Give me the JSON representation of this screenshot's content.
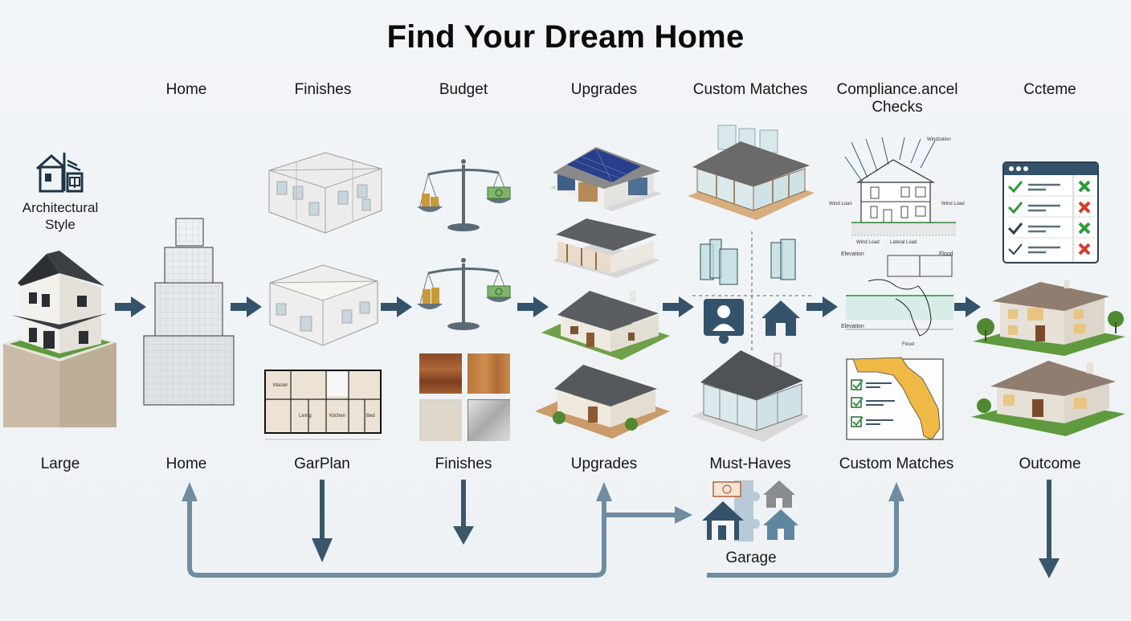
{
  "title": "Find Your Dream Home",
  "colors": {
    "background": "#f0f4f6",
    "arrow": "#3a566b",
    "connector": "#6f8ca0",
    "icon_dark": "#34536b",
    "icon_light": "#6f90a8",
    "check_green": "#2e9a3a",
    "cross_red": "#d83a2a",
    "florida_yellow": "#f0b845"
  },
  "top_labels": [
    {
      "id": "home",
      "label": "Home"
    },
    {
      "id": "finishes",
      "label": "Finishes"
    },
    {
      "id": "budget",
      "label": "Budget"
    },
    {
      "id": "upgrades",
      "label": "Upgrades"
    },
    {
      "id": "custom-matches",
      "label": "Custom Matches"
    },
    {
      "id": "compliance",
      "label": "Compliance.ancel\nChecks",
      "line1": "Compliance.ancel",
      "line2": "Checks"
    },
    {
      "id": "outcome",
      "label": "Cᴄteme"
    }
  ],
  "left_panel": {
    "icon": "house-outline-icon",
    "label_line1": "Architectural",
    "label_line2": "Style"
  },
  "bottom_labels": [
    {
      "id": "large",
      "label": "Large"
    },
    {
      "id": "home",
      "label": "Home"
    },
    {
      "id": "garplan",
      "label": "GarPlan"
    },
    {
      "id": "finishes",
      "label": "Finishes"
    },
    {
      "id": "upgrades",
      "label": "Upgrades"
    },
    {
      "id": "must-haves",
      "label": "Must-Haves"
    },
    {
      "id": "custom-matches",
      "label": "Custom Matches"
    },
    {
      "id": "outcome",
      "label": "Outcome"
    }
  ],
  "garage_cluster": {
    "label": "Garage"
  },
  "diagram_labels": {
    "wind_top": "Windzation",
    "wind_left": "Wind Loan",
    "wind_right": "Wind Load",
    "wind_bottom": "Wind Load",
    "lateral": "Lateral Load",
    "elevation_top": "Elevation",
    "elevation_bottom": "Elevation",
    "flood_top": "Flood",
    "flood_bottom": "Flood"
  },
  "checklist": {
    "rows": [
      {
        "check": "green",
        "result": "green-x"
      },
      {
        "check": "green",
        "result": "red-x"
      },
      {
        "check": "navy",
        "result": "green-x"
      },
      {
        "check": "outline",
        "result": "red-x"
      }
    ]
  },
  "florida_checklist": {
    "items": 3
  },
  "flow": {
    "row_arrows": 6,
    "nodes": [
      "architectural-style",
      "home-massing",
      "floor-plans",
      "budget-scales",
      "upgrade-homes",
      "custom-match-puzzle",
      "compliance-diagrams",
      "outcome-homes"
    ]
  }
}
